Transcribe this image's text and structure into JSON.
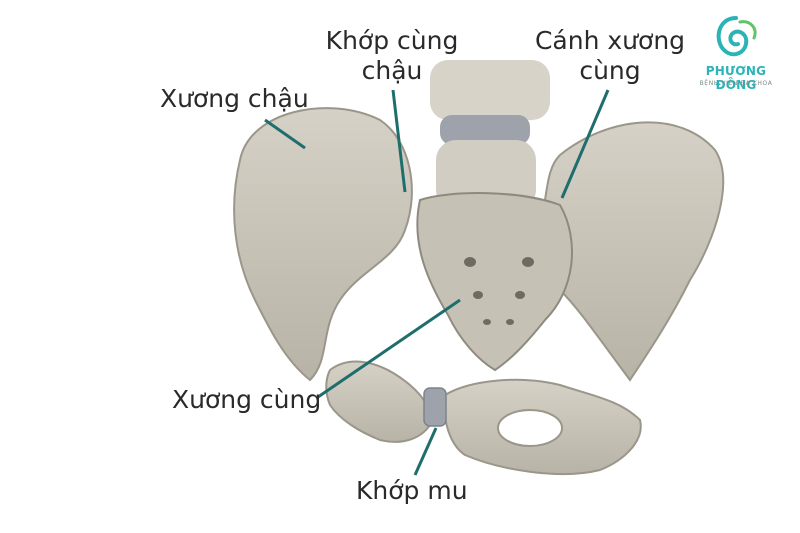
{
  "labels": {
    "xuong_chau": "Xương chậu",
    "khop_cung_chau_line1": "Khớp cùng",
    "khop_cung_chau_line2": "chậu",
    "canh_xuong_cung_line1": "Cánh xương",
    "canh_xuong_cung_line2": "cùng",
    "xuong_cung": "Xương cùng",
    "khop_mu": "Khớp mu"
  },
  "logo": {
    "name": "PHƯƠNG ĐÔNG",
    "subtitle": "BỆNH VIỆN ĐA KHOA"
  },
  "colors": {
    "bone": "#c9c4b8",
    "bone_shadow": "#a39e92",
    "disc": "#9ea3ab",
    "leader_line": "#1f6e6e",
    "brand": "#2bb3b8"
  }
}
